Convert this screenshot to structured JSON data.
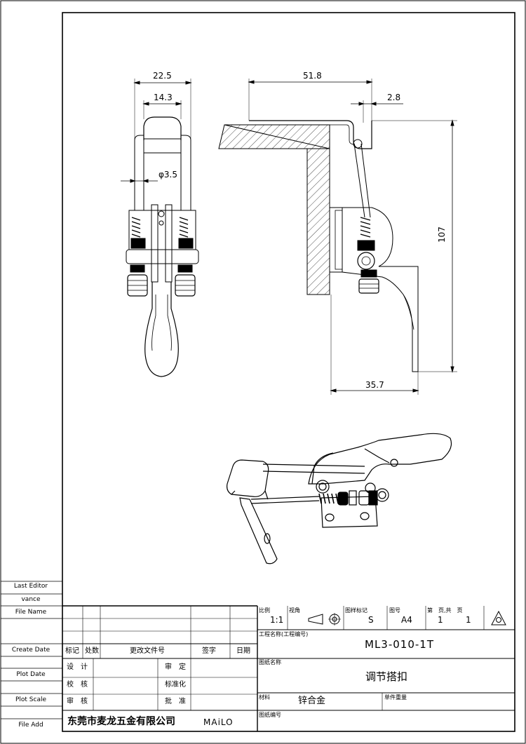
{
  "side_labels": {
    "last_editor": "Last Editor",
    "editor_name": "vance",
    "file_name": "File Name",
    "create_date": "Create Date",
    "plot_date": "Plot Date",
    "plot_scale": "Plot Scale",
    "file_add": "File Add"
  },
  "dimensions": {
    "front_width_outer": "22.5",
    "front_width_inner": "14.3",
    "rod_diameter": "φ3.5",
    "side_length": "51.8",
    "side_offset": "2.8",
    "side_height": "107",
    "side_base": "35.7"
  },
  "title_block": {
    "scale_label": "比例",
    "scale_value": "1:1",
    "view_label": "视角",
    "sample_label": "图样标记",
    "sample_value": "S",
    "sheet_label": "图号",
    "sheet_value": "A4",
    "page_label": "第　页,共　页",
    "page_current": "1",
    "page_total": "1",
    "project_label": "工程名称(工程编号)",
    "project_value": "ML3-010-1T",
    "drawing_name_label": "图纸名称",
    "drawing_name_value": "调节搭扣",
    "material_label": "材料",
    "material_value": "锌合金",
    "weight_label": "单件重量",
    "drawing_no_label": "图纸编号",
    "rev_mark": "标记",
    "rev_count": "处数",
    "rev_doc": "更改文件号",
    "rev_sign": "签字",
    "rev_date": "日期",
    "design": "设　计",
    "check": "校　核",
    "audit": "审　核",
    "review": "审　定",
    "standard": "标准化",
    "approve": "批　准",
    "company": "东莞市麦龙五金有限公司",
    "logo": "MAiLO"
  }
}
